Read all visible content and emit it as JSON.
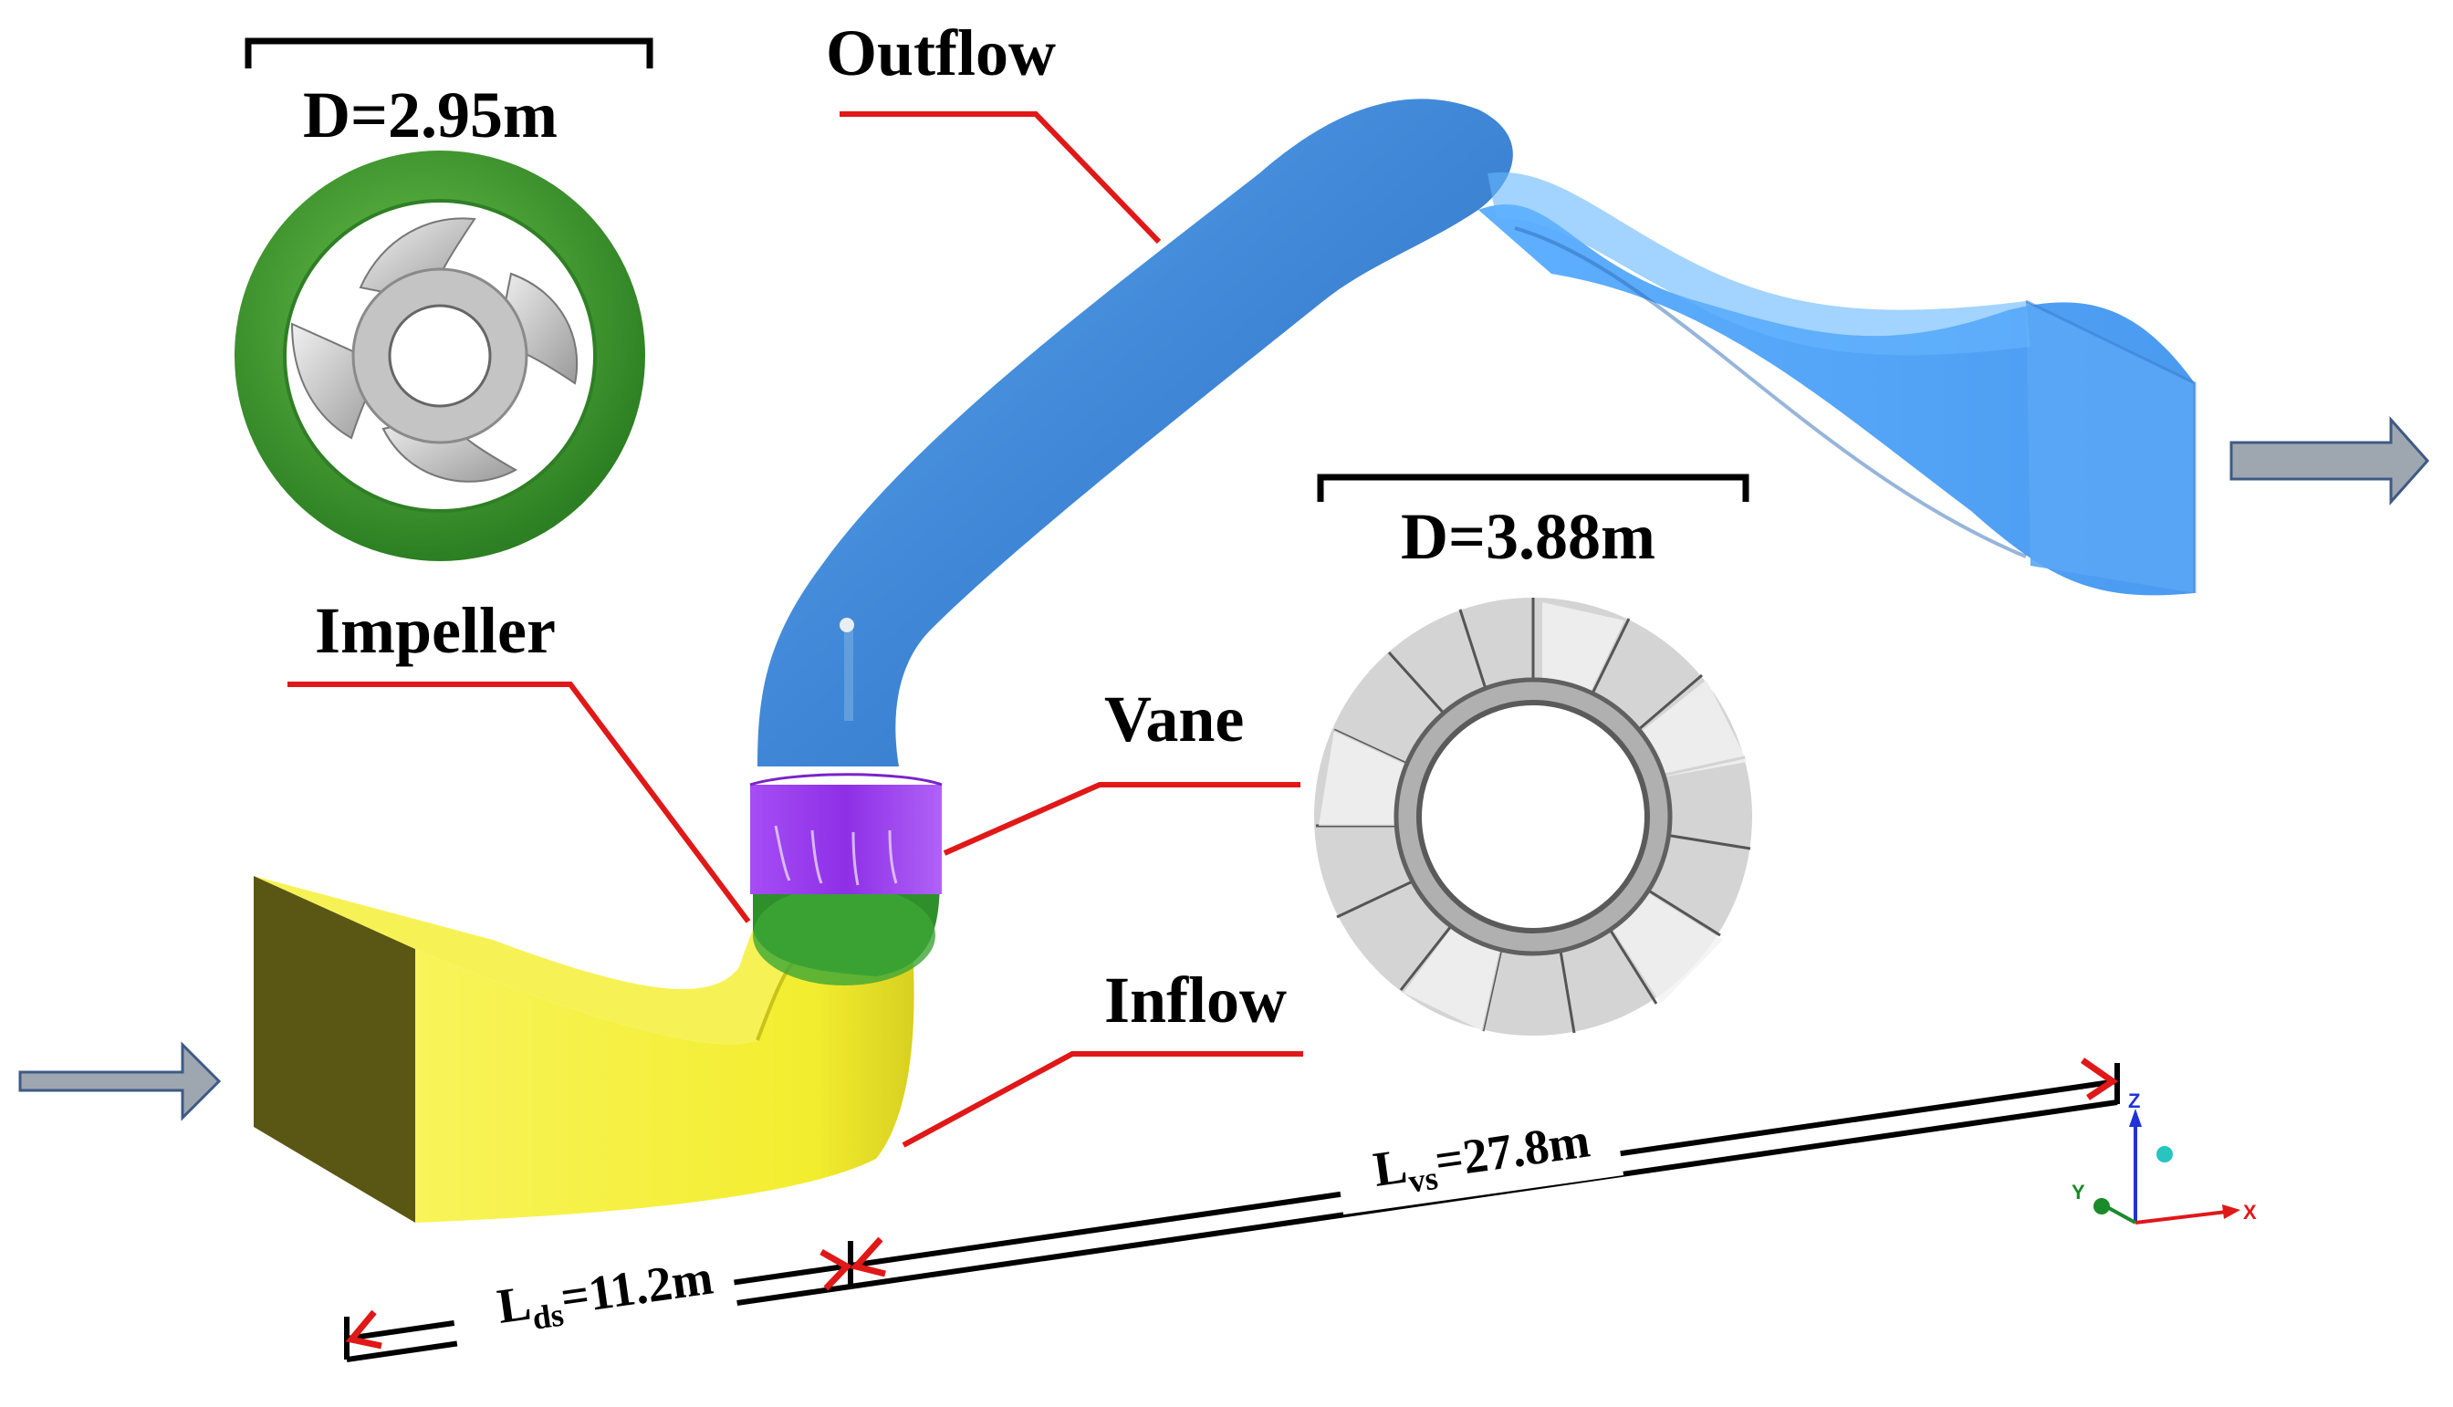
{
  "labels": {
    "outflow": "Outflow",
    "impeller": "Impeller",
    "vane": "Vane",
    "inflow": "Inflow"
  },
  "dimensions": {
    "impeller_diameter": "D=2.95m",
    "vane_diameter": "D=3.88m",
    "l_ds_main": "L",
    "l_ds_sub": "ds",
    "l_ds_value": "=11.2m",
    "l_vs_main": "L",
    "l_vs_sub": "vs",
    "l_vs_value": "=27.8m"
  },
  "axes": {
    "z": "Z",
    "y": "Y",
    "x": "X"
  },
  "colors": {
    "outflow_duct": "#4f9ee8",
    "inflow_duct": "#f2ee3a",
    "impeller_ring": "#3f9a2e",
    "vane_band": "#9b3df0",
    "leader_line": "#e01818",
    "arrow_fill": "#9ea7b0",
    "arrow_stroke": "#3e5a86"
  },
  "icons": {
    "inlet_arrow": "right-arrow-icon",
    "outlet_arrow": "right-arrow-icon"
  }
}
